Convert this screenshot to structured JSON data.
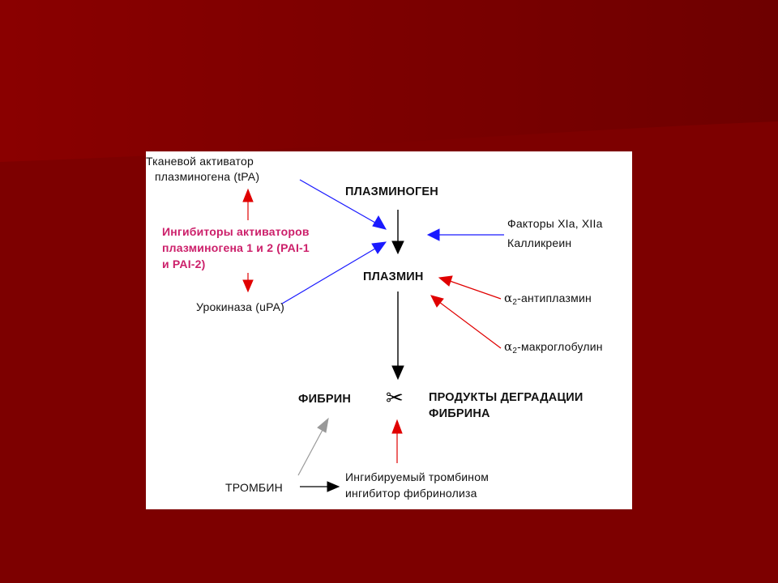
{
  "labels": {
    "tpa_line1": "Тканевой активатор",
    "tpa_line2": "плазминогена (tPA)",
    "plasminogen": "ПЛАЗМИНОГЕН",
    "inhibitors_line1": "Ингибиторы активаторов",
    "inhibitors_line2": "плазминогена 1 и 2 (PAI-1",
    "inhibitors_line3": "и PAI-2)",
    "factors": "Факторы XIa, XIIa",
    "kallikrein": "Калликреин",
    "plasmin": "ПЛАЗМИН",
    "urokinase": "Урокиназа (uPA)",
    "alpha": "α",
    "sub2": "2",
    "antiplasmin": "-антиплазмин",
    "macroglobulin": "-макроглобулин",
    "fibrin": "ФИБРИН",
    "scissors": "✂",
    "products_line1": "ПРОДУКТЫ ДЕГРАДАЦИИ",
    "products_line2": "ФИБРИНА",
    "thrombin": "ТРОМБИН",
    "tafi_line1": "Ингибируемый тромбином",
    "tafi_line2": "ингибитор фибринолиза"
  },
  "colors": {
    "background": "#7a0000",
    "panel": "#ffffff",
    "activation_arrow": "#1a1aff",
    "inhibition_arrow": "#e00000",
    "flow_arrow": "#000000",
    "thrombin_arrow": "#999999",
    "inhibitor_text": "#cc1f6a"
  }
}
